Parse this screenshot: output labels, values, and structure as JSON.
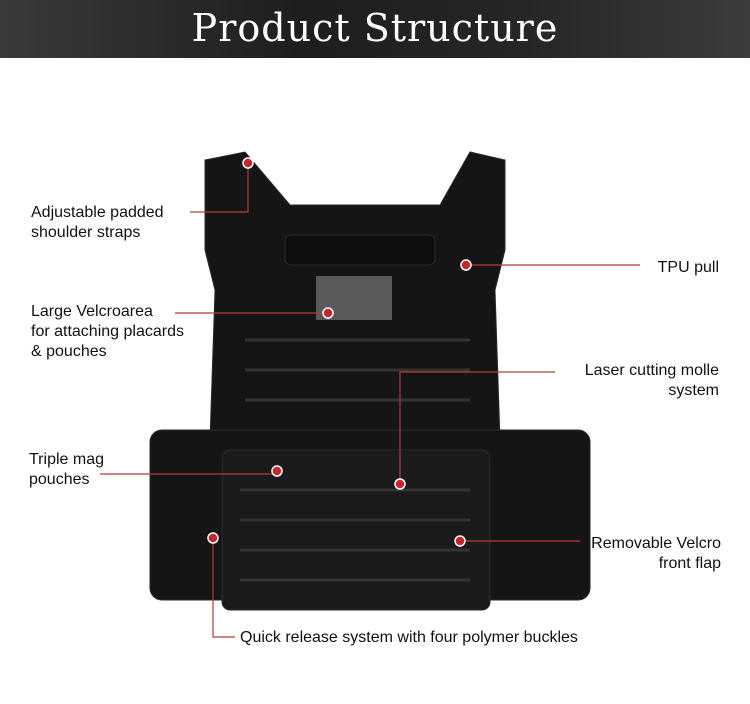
{
  "title": "Product Structure",
  "callouts": {
    "shoulder": "Adjustable padded\nshoulder straps",
    "velcro": "Large Velcroarea\nfor attaching placards\n& pouches",
    "triple": "Triple mag\npouches",
    "tpu": "TPU  pull",
    "molle": "Laser cutting molle\nsystem",
    "flap": "Removable Velcro\nfront flap",
    "quick": "Quick release system with four polymer buckles"
  },
  "colors": {
    "accent": "#c0282d",
    "line": "#b83a3a",
    "vest": "#141414"
  }
}
